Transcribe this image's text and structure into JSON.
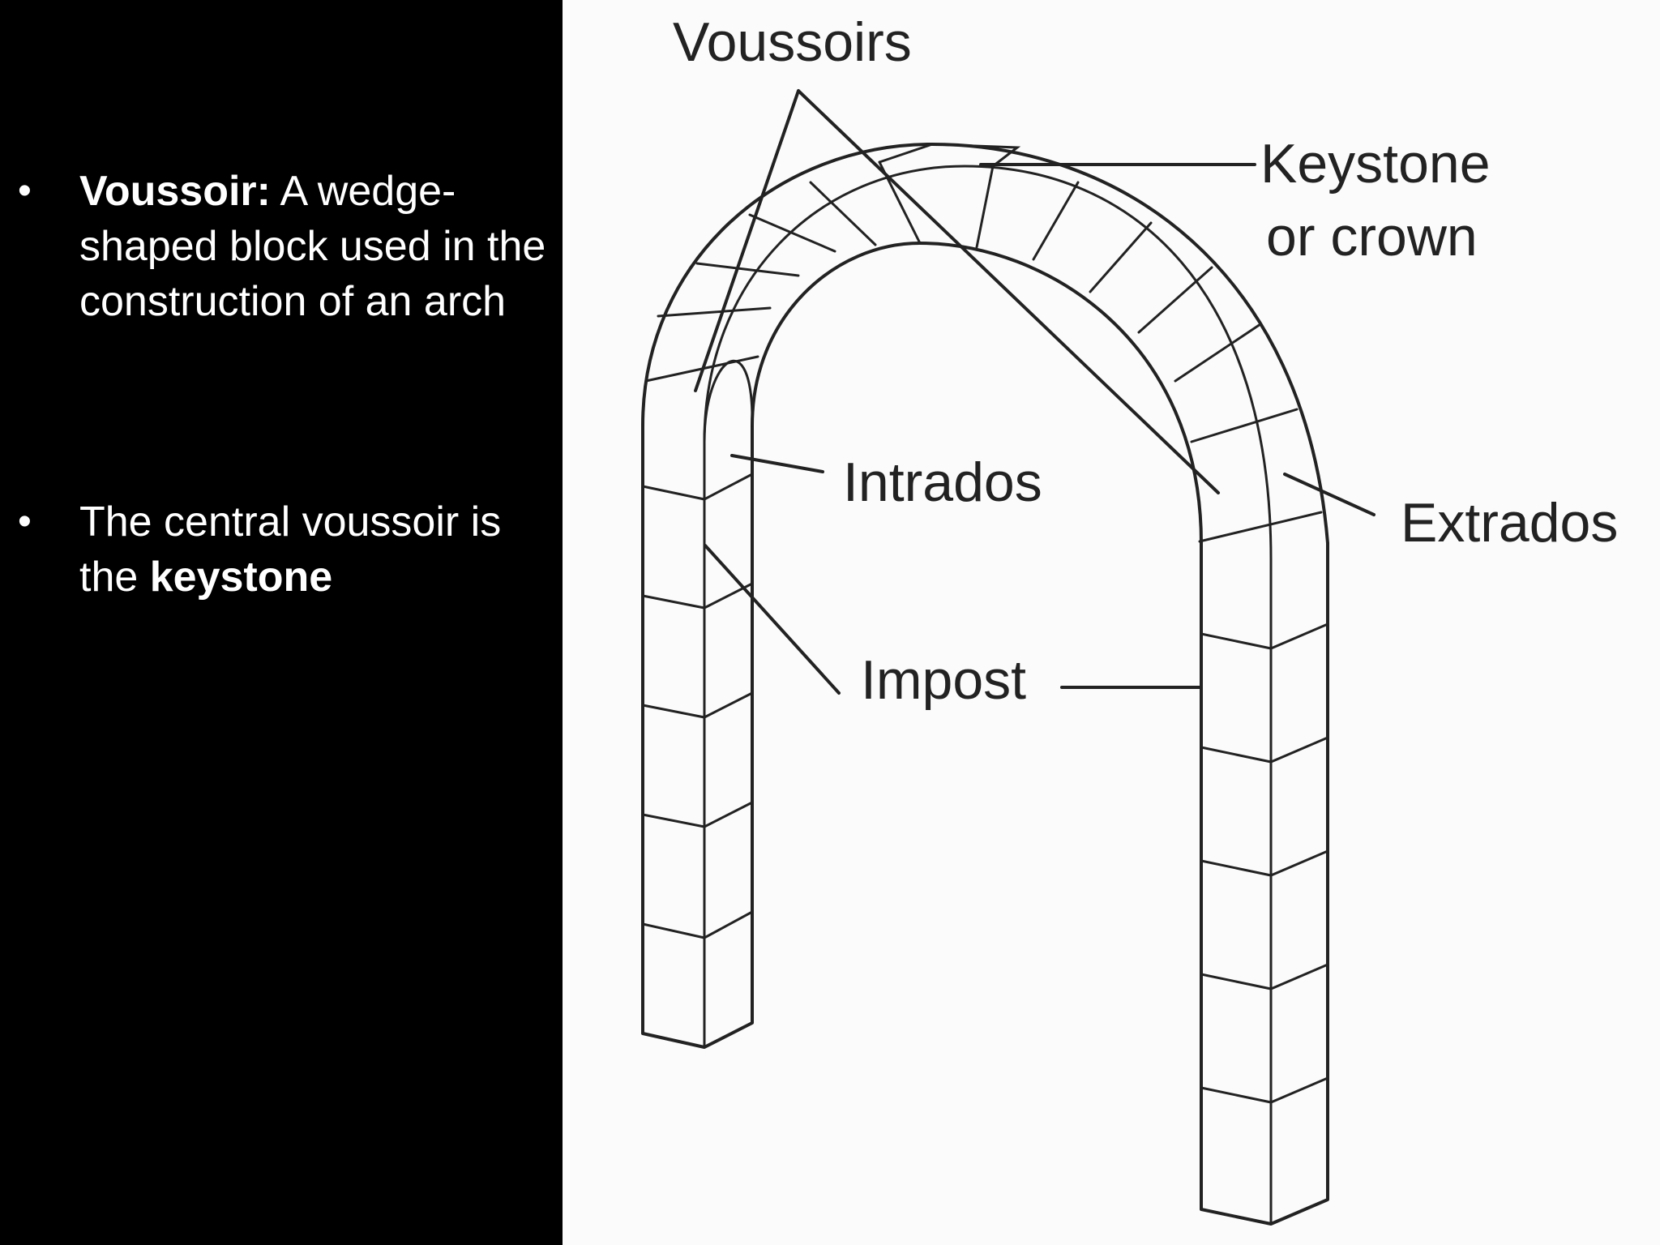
{
  "bullets": [
    {
      "term": "Voussoir:",
      "text": " A wedge-shaped block used in the construction of an arch"
    },
    {
      "text_before": "The central voussoir is the ",
      "emphasis": "keystone"
    }
  ],
  "bullet_glyph": "•",
  "diagram": {
    "labels": {
      "voussoirs": "Voussoirs",
      "keystone_line1": "Keystone",
      "keystone_line2": "or crown",
      "intrados": "Intrados",
      "extrados": "Extrados",
      "impost": "Impost"
    }
  },
  "colors": {
    "left_background": "#000000",
    "left_text": "#ffffff",
    "diagram_background": "#fbfbfb",
    "ink": "#222222"
  }
}
